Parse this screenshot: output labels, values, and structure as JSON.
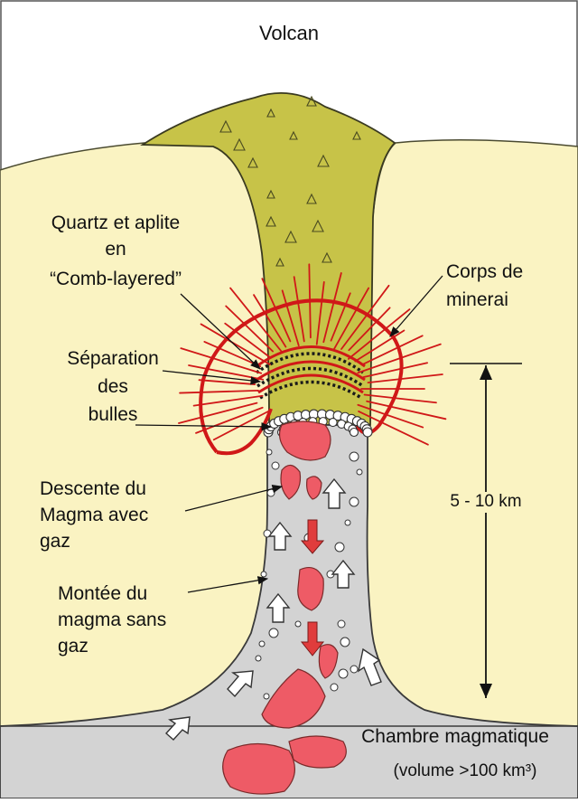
{
  "title": "Volcan",
  "labels": {
    "quartz": [
      "Quartz et aplite",
      "en",
      "“Comb-layered”"
    ],
    "ore_body": [
      "Corps de",
      "minerai"
    ],
    "bubbles": [
      "Séparation",
      "des",
      "bulles"
    ],
    "descent": [
      "Descente du",
      "Magma avec",
      "gaz"
    ],
    "ascent": [
      "Montée du",
      "magma sans",
      "gaz"
    ],
    "depth": "5 - 10 km",
    "chamber": "Chambre magmatique",
    "chamber_volume": "(volume >100 km³)"
  },
  "colors": {
    "country_rock": "#faf3c2",
    "volcano_fill": "#c7c348",
    "conduit_magma": "#d3d3d3",
    "magma_blob": "#ee5b66",
    "veins": "#d01818",
    "arrow_down": "#e03c3c",
    "outline": "#333333"
  },
  "icons": [
    "upward-arrow-icon",
    "downward-arrow-icon",
    "gas-bubble-icon",
    "double-headed-arrow-icon"
  ]
}
